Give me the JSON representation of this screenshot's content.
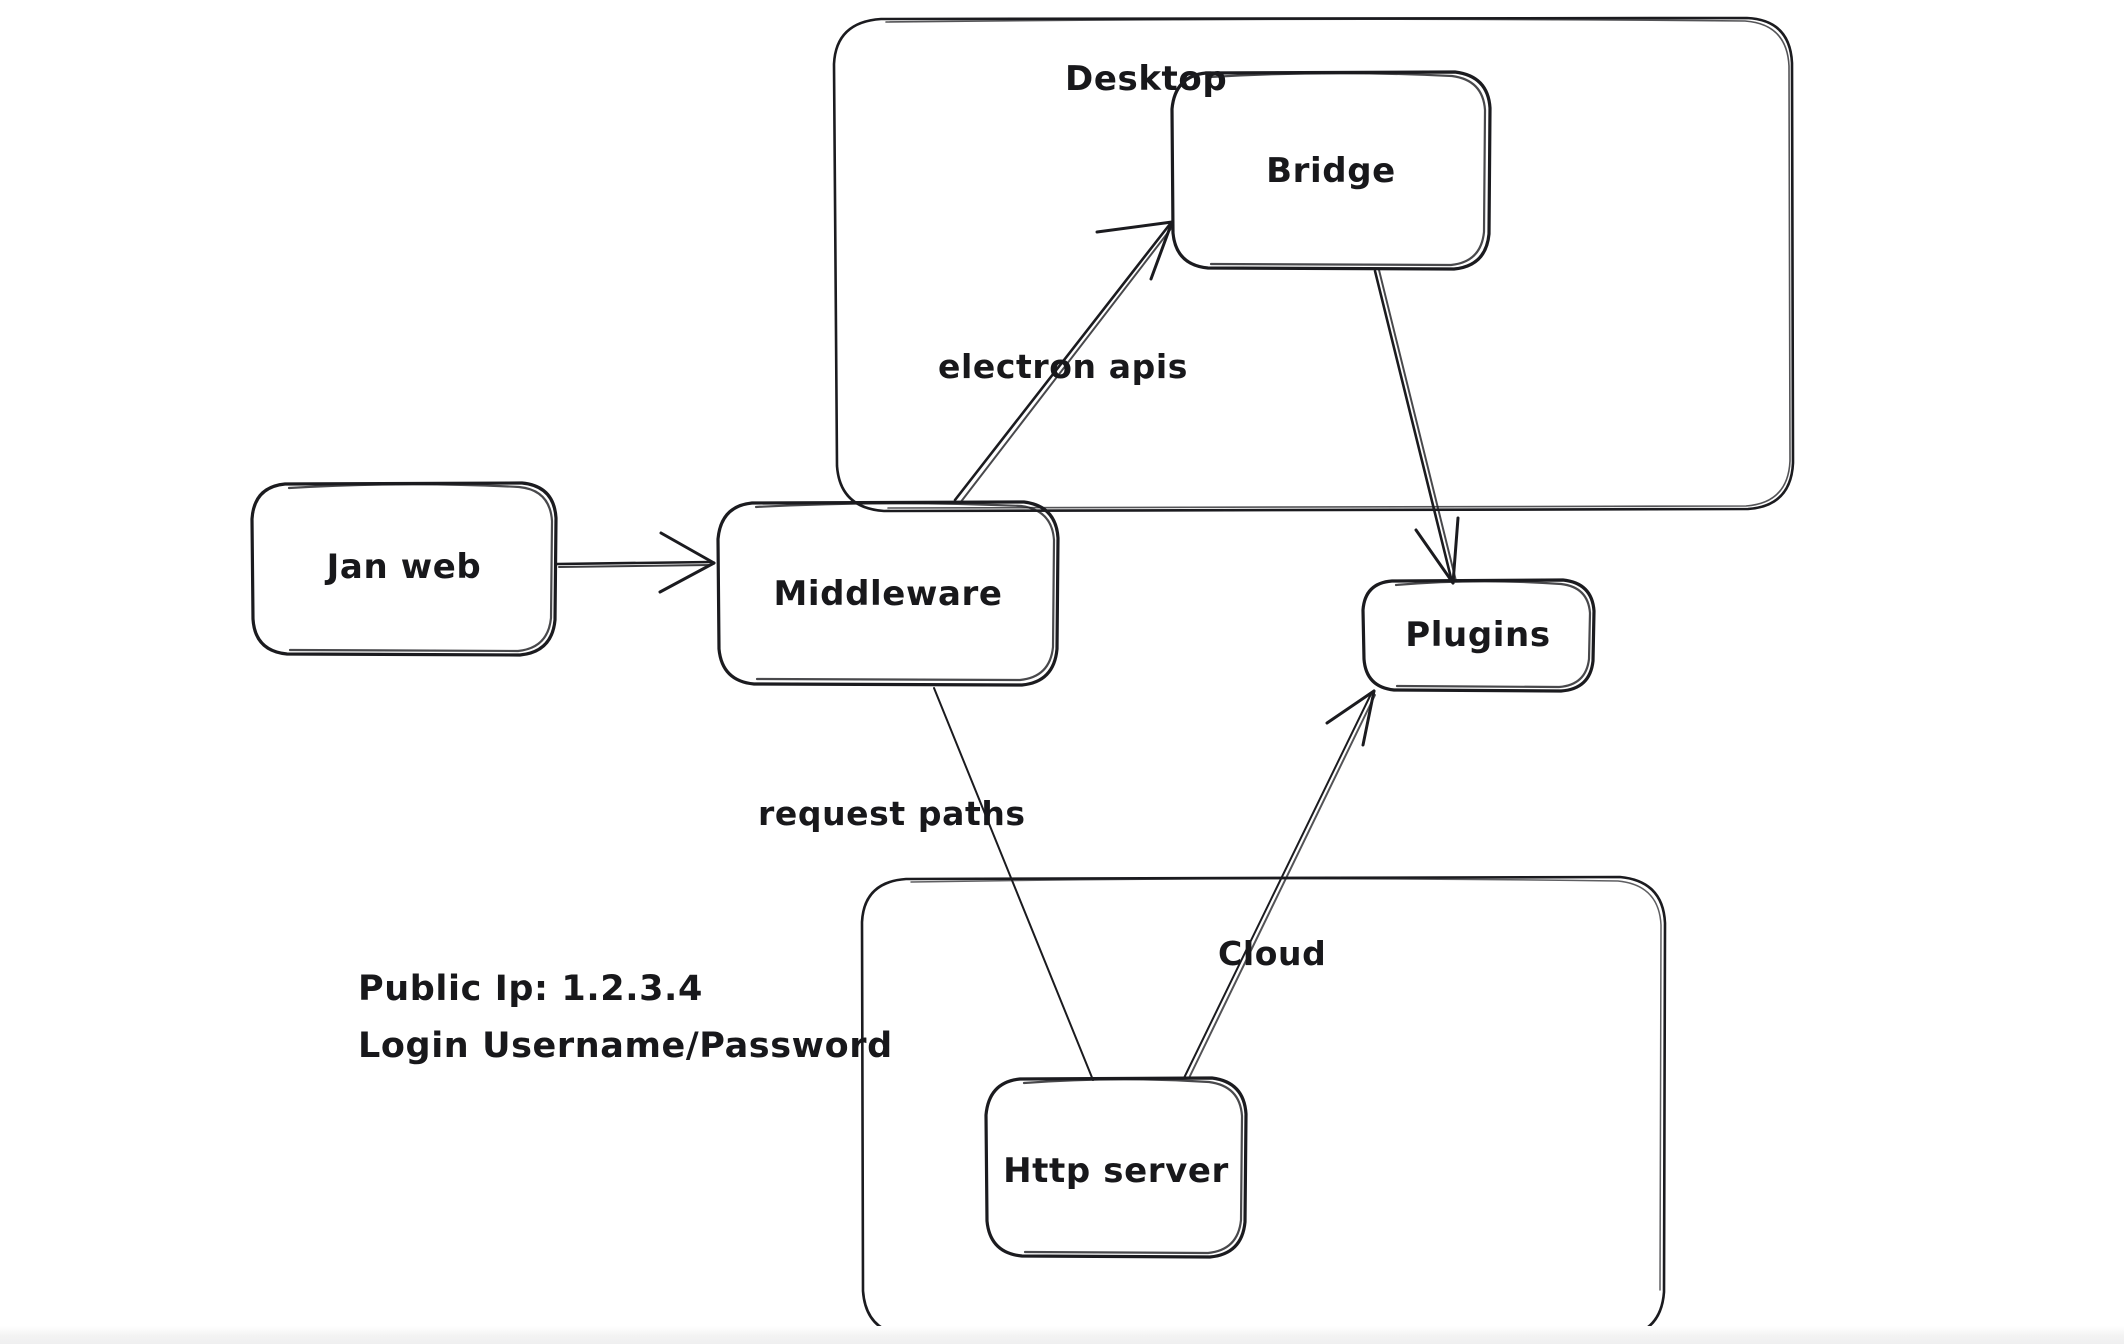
{
  "diagram": {
    "type": "hand-drawn-architecture-diagram",
    "background_color": "#ffffff",
    "stroke_color": "#1b1b1f",
    "text_color": "#18181b",
    "groups": [
      {
        "id": "desktop",
        "label": "Desktop"
      },
      {
        "id": "cloud",
        "label": ""
      }
    ],
    "nodes": [
      {
        "id": "jan-web",
        "label": "Jan web"
      },
      {
        "id": "middleware",
        "label": "Middleware"
      },
      {
        "id": "bridge",
        "label": "Bridge"
      },
      {
        "id": "plugins",
        "label": "Plugins"
      },
      {
        "id": "http-server",
        "label": "Http server"
      }
    ],
    "edges": [
      {
        "id": "jan-to-middleware",
        "from": "jan-web",
        "to": "middleware",
        "label": ""
      },
      {
        "id": "middleware-to-bridge",
        "from": "middleware",
        "to": "bridge",
        "label": "electron apis"
      },
      {
        "id": "bridge-to-plugins",
        "from": "bridge",
        "to": "plugins",
        "label": ""
      },
      {
        "id": "middleware-to-http",
        "from": "middleware",
        "to": "http-server",
        "label": "request paths"
      },
      {
        "id": "http-to-plugins",
        "from": "http-server",
        "to": "plugins",
        "label": "Cloud"
      }
    ],
    "notes": {
      "public_ip_line": "Public Ip: 1.2.3.4",
      "login_line": "Login Username/Password"
    }
  }
}
